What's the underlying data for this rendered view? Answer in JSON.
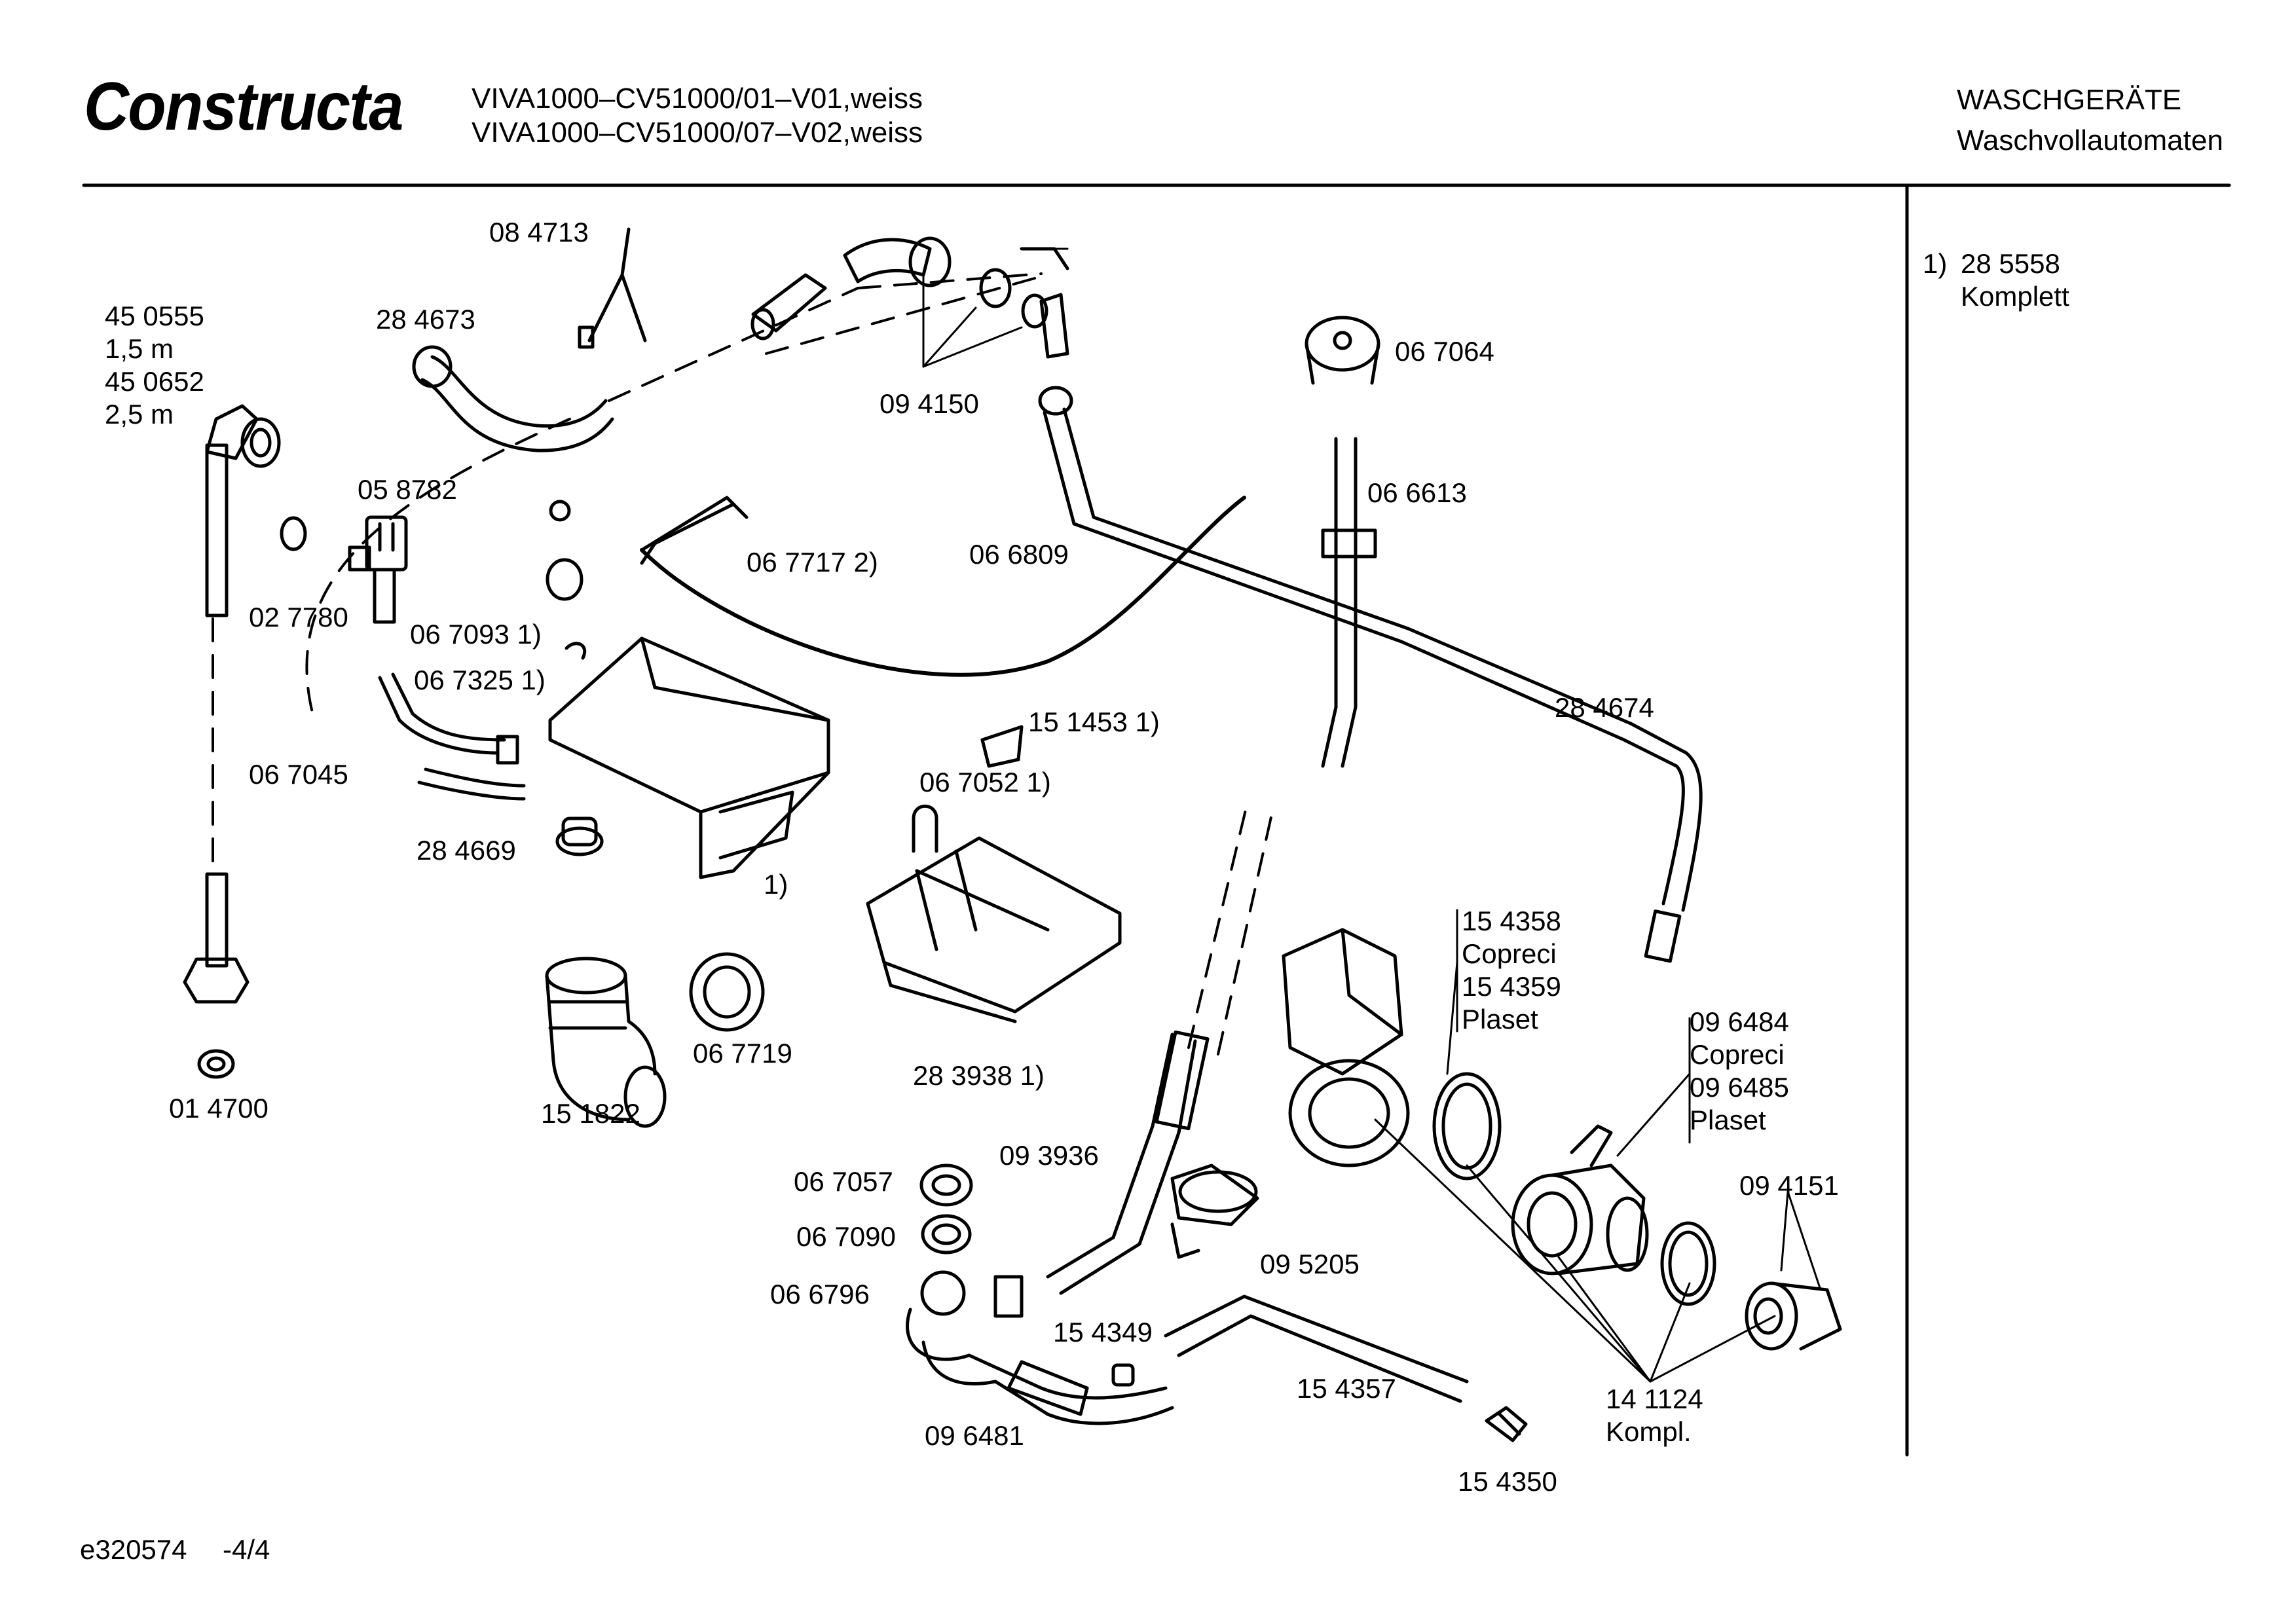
{
  "header": {
    "brand": "Constructa",
    "models": [
      "VIVA1000–CV51000/01–V01,weiss",
      "VIVA1000–CV51000/07–V02,weiss"
    ],
    "category": [
      "WASCHGERÄTE",
      "Waschvollautomaten"
    ]
  },
  "notes": {
    "index": "1)",
    "number": "28 5558",
    "text": "Komplett"
  },
  "labels": [
    {
      "id": "p084713",
      "text": "08 4713"
    },
    {
      "id": "p284673",
      "text": "28 4673"
    },
    {
      "id": "p094150",
      "text": "09 4150"
    },
    {
      "id": "p450555",
      "text": "45 0555"
    },
    {
      "id": "len15",
      "text": "1,5 m"
    },
    {
      "id": "p450652",
      "text": "45 0652"
    },
    {
      "id": "len25",
      "text": "2,5 m"
    },
    {
      "id": "p058782",
      "text": "05 8782"
    },
    {
      "id": "p027780",
      "text": "02 7780"
    },
    {
      "id": "p067717",
      "text": "06 7717 2)"
    },
    {
      "id": "p066809",
      "text": "06 6809"
    },
    {
      "id": "p067093",
      "text": "06 7093 1)"
    },
    {
      "id": "p067325",
      "text": "06 7325 1)"
    },
    {
      "id": "p067045",
      "text": "06 7045"
    },
    {
      "id": "p284669",
      "text": "28 4669"
    },
    {
      "id": "n1",
      "text": "1)"
    },
    {
      "id": "p151453",
      "text": "15 1453 1)"
    },
    {
      "id": "p067052",
      "text": "06 7052 1)"
    },
    {
      "id": "p283938",
      "text": "28 3938 1)"
    },
    {
      "id": "p067064",
      "text": "06 7064"
    },
    {
      "id": "p066613",
      "text": "06 6613"
    },
    {
      "id": "p284674",
      "text": "28 4674"
    },
    {
      "id": "p154358",
      "text": "15 4358"
    },
    {
      "id": "copreci1",
      "text": "Copreci"
    },
    {
      "id": "p154359",
      "text": "15 4359"
    },
    {
      "id": "plaset1",
      "text": "Plaset"
    },
    {
      "id": "p096484",
      "text": "09 6484"
    },
    {
      "id": "copreci2",
      "text": "Copreci"
    },
    {
      "id": "p096485",
      "text": "09 6485"
    },
    {
      "id": "plaset2",
      "text": "Plaset"
    },
    {
      "id": "p094151",
      "text": "09 4151"
    },
    {
      "id": "p014700",
      "text": "01 4700"
    },
    {
      "id": "p151822",
      "text": "15 1822"
    },
    {
      "id": "p067719",
      "text": "06 7719"
    },
    {
      "id": "p067057",
      "text": "06 7057"
    },
    {
      "id": "p093936",
      "text": "09 3936"
    },
    {
      "id": "p067090",
      "text": "06 7090"
    },
    {
      "id": "p095205",
      "text": "09 5205"
    },
    {
      "id": "p066796",
      "text": "06 6796"
    },
    {
      "id": "p154349",
      "text": "15 4349"
    },
    {
      "id": "p154357",
      "text": "15 4357"
    },
    {
      "id": "p096481",
      "text": "09 6481"
    },
    {
      "id": "p141124",
      "text": "14 1124"
    },
    {
      "id": "kompl",
      "text": "Kompl."
    },
    {
      "id": "p154350",
      "text": "15 4350"
    }
  ],
  "footer": {
    "doc_id": "e320574",
    "page": "-4/4"
  }
}
